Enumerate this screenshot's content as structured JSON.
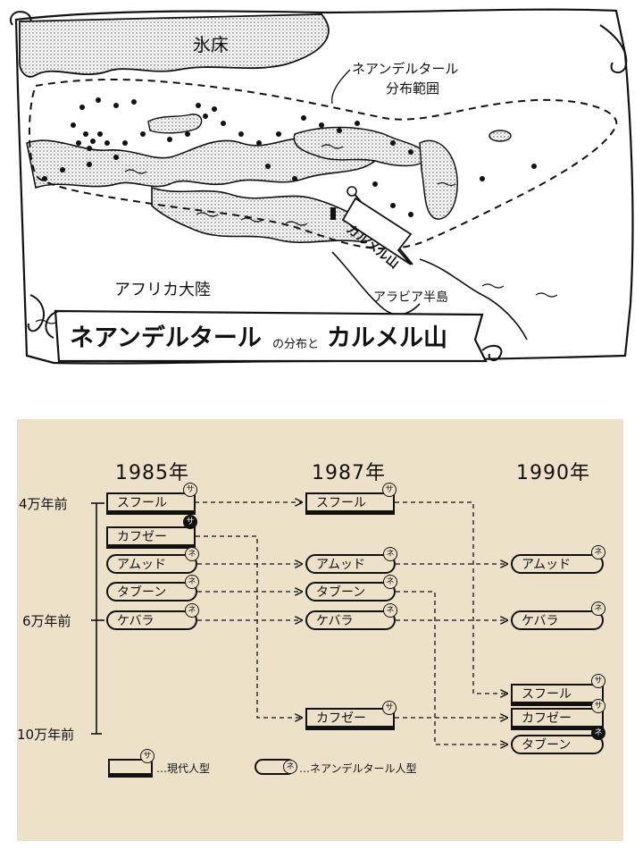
{
  "map": {
    "labels": {
      "ice_sheet": "氷床",
      "range": "ネアンデルタール\n分布範囲",
      "range_line1": "ネアンデルタール",
      "range_line2": "分布範囲",
      "africa": "アフリカ大陸",
      "arabia": "アラビア半島",
      "carmel_flag": "カルメル山"
    },
    "banner": {
      "part1": "ネアンデルタール",
      "part2": "の分布と",
      "part3": "カルメル山"
    }
  },
  "timeline": {
    "years": [
      "1985年",
      "1987年",
      "1990年"
    ],
    "age_axis": [
      "4万年前",
      "6万年前",
      "10万年前"
    ],
    "badge_chars": {
      "modern": "サ",
      "neanderthal": "ネ"
    },
    "col_1985": [
      {
        "name": "スフール",
        "type": "modern"
      },
      {
        "name": "カフゼー",
        "type": "modern"
      },
      {
        "name": "アムッド",
        "type": "neanderthal"
      },
      {
        "name": "タブーン",
        "type": "neanderthal"
      },
      {
        "name": "ケバラ",
        "type": "neanderthal"
      }
    ],
    "col_1987": [
      {
        "name": "スフール",
        "type": "modern"
      },
      {
        "name": "アムッド",
        "type": "neanderthal"
      },
      {
        "name": "タブーン",
        "type": "neanderthal"
      },
      {
        "name": "ケバラ",
        "type": "neanderthal"
      },
      {
        "name": "カフゼー",
        "type": "modern"
      }
    ],
    "col_1990": [
      {
        "name": "アムッド",
        "type": "neanderthal"
      },
      {
        "name": "ケバラ",
        "type": "neanderthal"
      },
      {
        "name": "スフール",
        "type": "modern"
      },
      {
        "name": "カフゼー",
        "type": "modern"
      },
      {
        "name": "タブーン",
        "type": "neanderthal"
      }
    ],
    "legend": {
      "modern": "…現代人型",
      "neanderthal": "…ネアンデルタール人型"
    }
  }
}
